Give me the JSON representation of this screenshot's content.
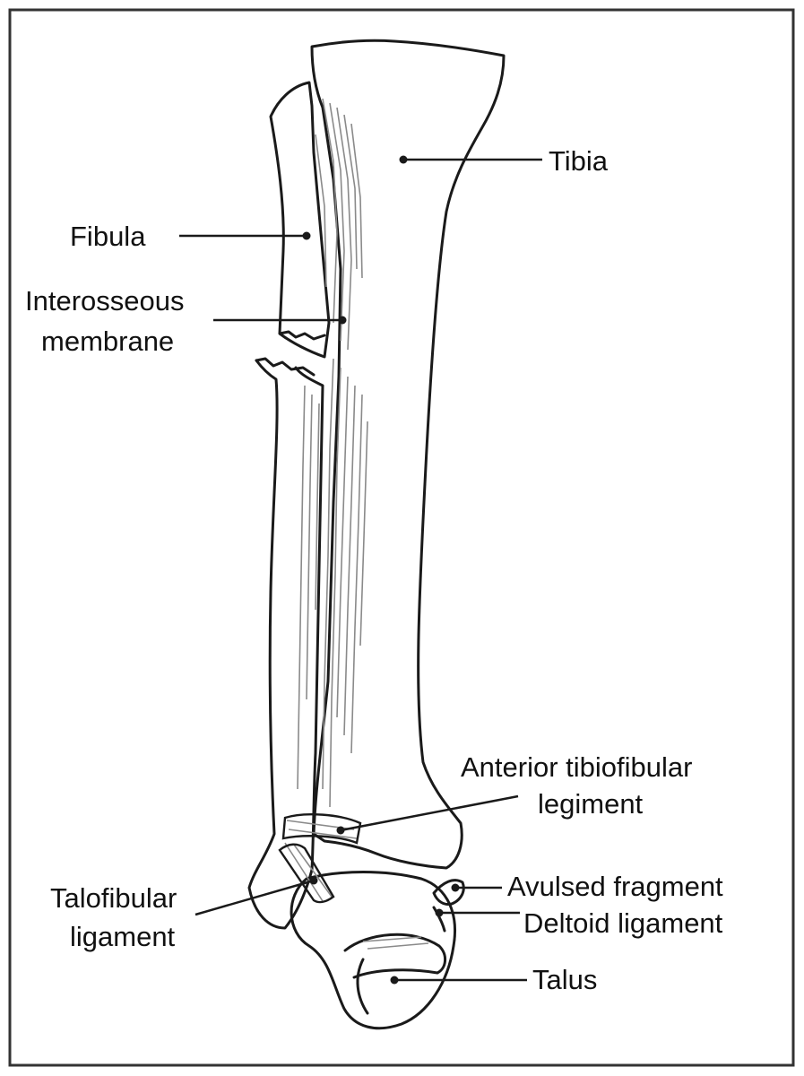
{
  "labels": {
    "tibia": "Tibia",
    "fibula": "Fibula",
    "interosseous_1": "Interosseous",
    "interosseous_2": "membrane",
    "anterior_1": "Anterior tibiofibular",
    "anterior_2": "legiment",
    "avulsed": "Avulsed fragment",
    "deltoid": "Deltoid ligament",
    "talofibular_1": "Talofibular",
    "talofibular_2": "ligament",
    "talus": "Talus"
  },
  "colors": {
    "line": "#1a1a1a",
    "shade": "#8a8a8a",
    "frame": "#333333"
  }
}
